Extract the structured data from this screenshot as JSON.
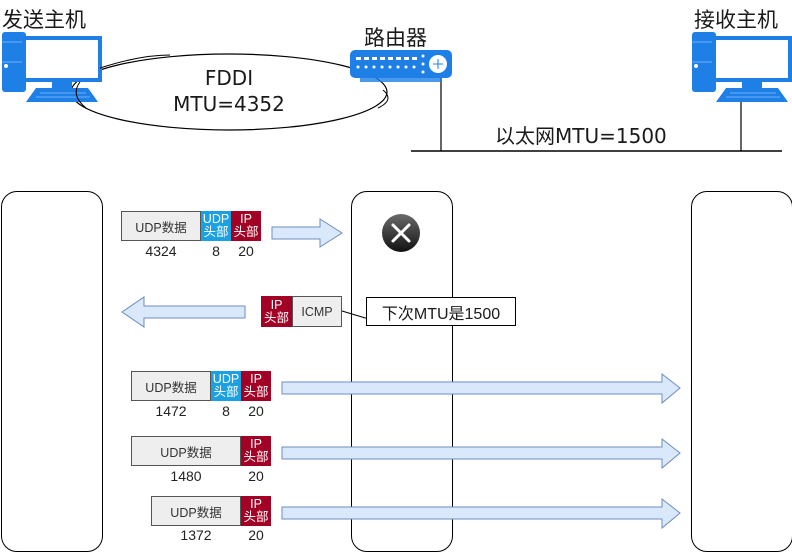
{
  "top": {
    "sender_title": "发送主机",
    "router_title": "路由器",
    "receiver_title": "接收主机",
    "fddi_line1": "FDDI",
    "fddi_line2": "MTU=4352",
    "ethernet_label": "以太网MTU=1500"
  },
  "colors": {
    "pc_blue": "#1e7fe6",
    "udp_header": "#1ba1e2",
    "ip_header": "#a20025",
    "data_bg": "#eeeeee",
    "arrow_fill": "#dae8fc",
    "arrow_stroke": "#6c8ebf"
  },
  "icons": {
    "sender": "desktop-computer-icon",
    "receiver": "desktop-computer-icon",
    "router": "router-icon",
    "drop": "close-circle-icon"
  },
  "segments": {
    "udp_data": "UDP数据",
    "udp_header_l1": "UDP",
    "udp_header_l2": "头部",
    "ip_header_l1": "IP",
    "ip_header_l2": "头部",
    "icmp": "ICMP"
  },
  "packets": [
    {
      "direction": "right",
      "outcome": "dropped",
      "data_size": "4324",
      "udp_size": "8",
      "ip_size": "20"
    },
    {
      "direction": "left",
      "type": "ICMP",
      "callout": "下次MTU是1500"
    },
    {
      "direction": "right",
      "outcome": "delivered",
      "data_size": "1472",
      "udp_size": "8",
      "ip_size": "20"
    },
    {
      "direction": "right",
      "outcome": "delivered",
      "data_size": "1480",
      "ip_size": "20"
    },
    {
      "direction": "right",
      "outcome": "delivered",
      "data_size": "1372",
      "ip_size": "20"
    }
  ]
}
